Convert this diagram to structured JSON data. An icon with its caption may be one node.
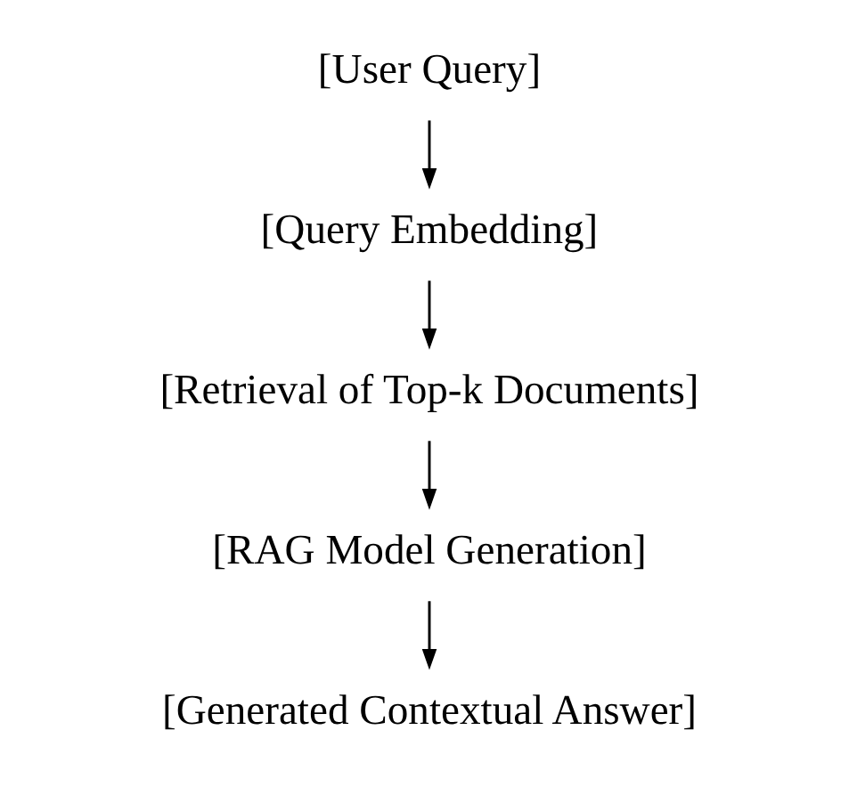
{
  "diagram": {
    "nodes": [
      {
        "text": [
          "[User Query]"
        ]
      },
      {
        "text": [
          "[Query Embedding]"
        ]
      },
      {
        "text": [
          "[Retrieval of Top-k Documents]"
        ]
      },
      {
        "text": [
          "[RAG Model Generation]"
        ]
      },
      {
        "text": [
          "[Generated Contextual Answer]"
        ]
      }
    ],
    "edges": [
      {
        "from": 0,
        "to": 1,
        "arrow": "to"
      },
      {
        "from": 1,
        "to": 2,
        "arrow": "to"
      },
      {
        "from": 2,
        "to": 3,
        "arrow": "to"
      },
      {
        "from": 3,
        "to": 4,
        "arrow": "to"
      }
    ]
  }
}
